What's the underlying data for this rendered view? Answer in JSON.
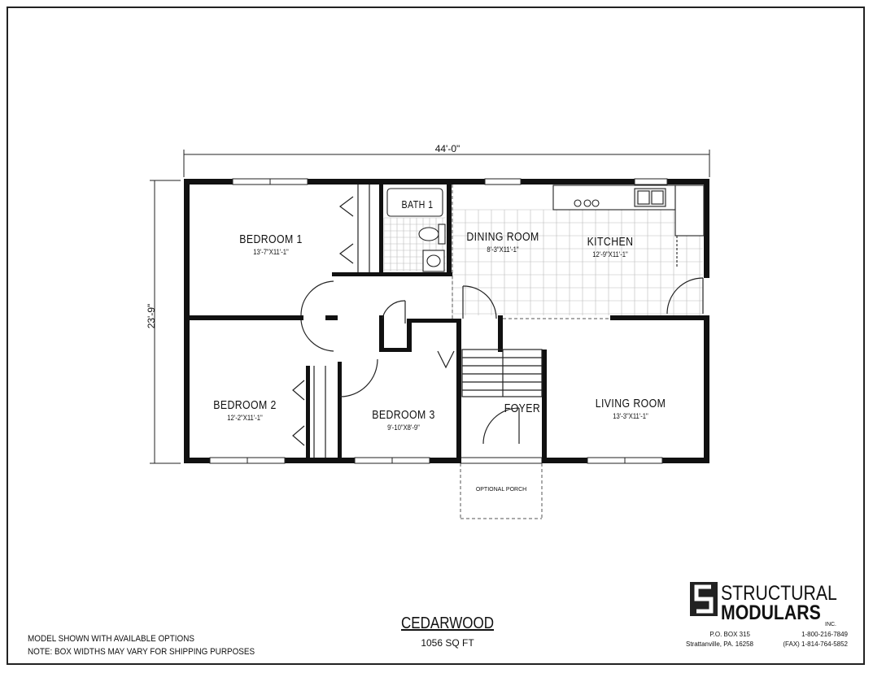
{
  "plan": {
    "width_dim": "44'-0\"",
    "depth_dim": "23'-9\"",
    "rooms": {
      "bedroom1": {
        "name": "BEDROOM 1",
        "dims": "13'-7\"X11'-1\""
      },
      "bath1": {
        "name": "BATH 1"
      },
      "dining": {
        "name": "DINING ROOM",
        "dims": "8'-3\"X11'-1\""
      },
      "kitchen": {
        "name": "KITCHEN",
        "dims": "12'-9\"X11'-1\""
      },
      "bedroom2": {
        "name": "BEDROOM 2",
        "dims": "12'-2\"X11'-1\""
      },
      "bedroom3": {
        "name": "BEDROOM 3",
        "dims": "9'-10\"X8'-9\""
      },
      "foyer": {
        "name": "FOYER"
      },
      "living": {
        "name": "LIVING ROOM",
        "dims": "13'-3\"X11'-1\""
      },
      "porch": {
        "name": "OPTIONAL PORCH"
      }
    }
  },
  "footer": {
    "model_name": "CEDARWOOD",
    "area": "1056 SQ FT",
    "note1": "MODEL SHOWN WITH AVAILABLE OPTIONS",
    "note2": "NOTE: BOX WIDTHS MAY VARY FOR SHIPPING PURPOSES"
  },
  "company": {
    "name1": "STRUCTURAL",
    "name2": "MODULARS",
    "inc": "INC.",
    "address1": "P.O. BOX 315",
    "address2": "Strattanville, PA.  16258",
    "phone": "1-800-216-7849",
    "fax": "(FAX) 1-814-764-5852"
  }
}
